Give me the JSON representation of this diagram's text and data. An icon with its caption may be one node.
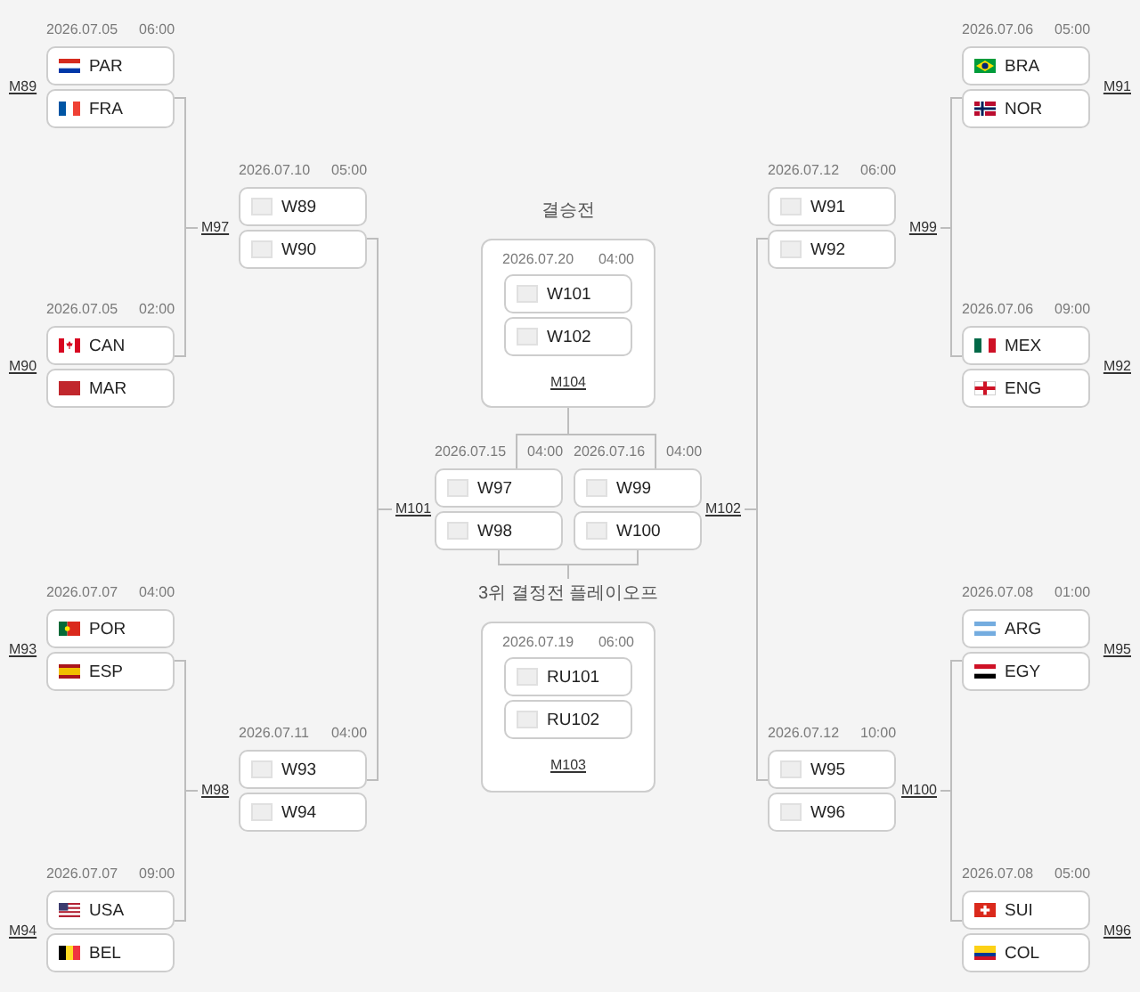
{
  "diagram": {
    "nodes": [
      {
        "text": [
          "PAR"
        ],
        "beside": [
          "2026.07.05",
          "06:00"
        ]
      },
      {
        "text": [
          "FRA"
        ]
      },
      {
        "text": [
          "CAN"
        ],
        "beside": [
          "2026.07.05",
          "02:00"
        ]
      },
      {
        "text": [
          "MAR"
        ]
      },
      {
        "text": [
          "POR"
        ],
        "beside": [
          "2026.07.07",
          "04:00"
        ]
      },
      {
        "text": [
          "ESP"
        ]
      },
      {
        "text": [
          "USA"
        ],
        "beside": [
          "2026.07.07",
          "09:00"
        ]
      },
      {
        "text": [
          "BEL"
        ]
      },
      {
        "text": [
          "M97"
        ]
      },
      {
        "text": [
          "M98"
        ]
      },
      {
        "text": [
          "W89"
        ],
        "beside": [
          "2026.07.10",
          "05:00"
        ]
      },
      {
        "text": [
          "W90"
        ]
      },
      {
        "text": [
          "W93"
        ],
        "beside": [
          "2026.07.11",
          "04:00"
        ]
      },
      {
        "text": [
          "W94"
        ]
      },
      {
        "text": [
          "M101"
        ]
      },
      {
        "text": [
          "결승전",
          "2026.07.20",
          "04:00",
          "M104"
        ]
      },
      {
        "text": [
          "W101"
        ],
        "in": 15
      },
      {
        "text": [
          "W102"
        ],
        "in": 15
      },
      {
        "text": [
          "W97"
        ],
        "beside": [
          "2026.07.15",
          "04:00"
        ]
      },
      {
        "text": [
          "W98"
        ]
      },
      {
        "text": [
          "W99"
        ],
        "beside": [
          "2026.07.16",
          "04:00"
        ]
      },
      {
        "text": [
          "W100"
        ]
      },
      {
        "text": [
          "3위 결정전 플레이오프",
          "2026.07.19",
          "06:00",
          "M103"
        ]
      },
      {
        "text": [
          "RU101"
        ],
        "in": 22
      },
      {
        "text": [
          "RU102"
        ],
        "in": 22
      },
      {
        "text": [
          "M102"
        ]
      },
      {
        "text": [
          "W91"
        ],
        "beside": [
          "2026.07.12",
          "06:00"
        ]
      },
      {
        "text": [
          "W92"
        ]
      },
      {
        "text": [
          "W95"
        ],
        "beside": [
          "2026.07.12",
          "10:00"
        ]
      },
      {
        "text": [
          "W96"
        ]
      },
      {
        "text": [
          "M99"
        ]
      },
      {
        "text": [
          "M100"
        ]
      },
      {
        "text": [
          "BRA"
        ],
        "beside": [
          "2026.07.06",
          "05:00"
        ]
      },
      {
        "text": [
          "NOR"
        ]
      },
      {
        "text": [
          "MEX"
        ],
        "beside": [
          "2026.07.06",
          "09:00"
        ]
      },
      {
        "text": [
          "ENG"
        ]
      },
      {
        "text": [
          "ARG"
        ],
        "beside": [
          "2026.07.08",
          "01:00"
        ]
      },
      {
        "text": [
          "EGY"
        ]
      },
      {
        "text": [
          "SUI"
        ],
        "beside": [
          "2026.07.08",
          "05:00"
        ]
      },
      {
        "text": [
          "COL"
        ]
      }
    ],
    "edges": [
      {
        "from": 1,
        "to": 8,
        "arrow": "none"
      },
      {
        "from": 2,
        "to": 8,
        "arrow": "none"
      },
      {
        "from": 5,
        "to": 9,
        "arrow": "none"
      },
      {
        "from": 6,
        "to": 9,
        "arrow": "none"
      },
      {
        "from": 11,
        "to": 14,
        "arrow": "none"
      },
      {
        "from": 12,
        "to": 14,
        "arrow": "none"
      },
      {
        "from": 18,
        "to": 15,
        "arrow": "none"
      },
      {
        "from": 20,
        "to": 15,
        "arrow": "none"
      },
      {
        "from": 19,
        "to": 22,
        "arrow": "none"
      },
      {
        "from": 21,
        "to": 22,
        "arrow": "none"
      },
      {
        "from": 27,
        "to": 25,
        "arrow": "none"
      },
      {
        "from": 28,
        "to": 25,
        "arrow": "none"
      },
      {
        "from": 33,
        "to": 30,
        "arrow": "none"
      },
      {
        "from": 34,
        "to": 30,
        "arrow": "none"
      },
      {
        "from": 37,
        "to": 31,
        "arrow": "none"
      },
      {
        "from": 38,
        "to": 31,
        "arrow": "none"
      }
    ],
    "labels": [
      "M89",
      "M90",
      "M93",
      "M94",
      "M91",
      "M92",
      "M95",
      "M96"
    ]
  }
}
